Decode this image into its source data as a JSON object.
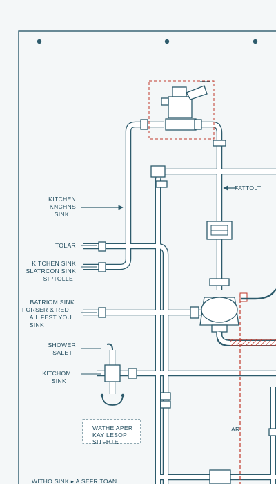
{
  "labels": {
    "kitchen_sink_top": [
      "KITCHEN",
      "KNCHNS",
      "SINK"
    ],
    "faucet": "FATTOLT",
    "tolar": "TOLAR",
    "kitchen_sink_group": [
      "KITCHEN SINK",
      "SLATRCON SINK",
      "SIPTOLLE"
    ],
    "bathroom_sink": [
      "BATRIOM SINK",
      "FORSER & RED",
      "A.L FEST YOU",
      "SINK"
    ],
    "shower": [
      "SHOWER",
      "SALET"
    ],
    "kitchen_sink_lower": [
      "KITCHOM",
      "SINK"
    ],
    "water_box": [
      "WATHE APER",
      "KAY LESOP",
      "SITFHTE"
    ],
    "ar": "AR",
    "bottom": "WITHO SINK  ▸ A SEFR TOAN"
  },
  "colors": {
    "pipe": "#2d5b6c",
    "paper": "#f4f7f8",
    "accent_red": "#c0392b",
    "label": "#1f4a5c"
  },
  "icons": [
    "screw-icon",
    "arrow-icon",
    "shower-head-icon",
    "faucet-icon",
    "valve-icon"
  ]
}
